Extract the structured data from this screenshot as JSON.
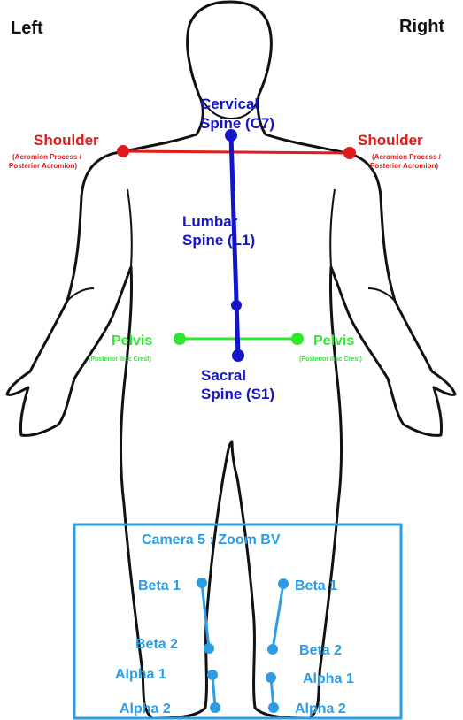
{
  "sides": {
    "left": "Left",
    "right": "Right"
  },
  "shoulder": {
    "left_label": "Shoulder",
    "left_sub1": "(Acromion Process /",
    "left_sub2": "Posterior Acromion)",
    "right_label": "Shoulder",
    "right_sub1": "(Acromion Process /",
    "right_sub2": "Posterior Acromion)"
  },
  "spine": {
    "cervical1": "Cervical",
    "cervical2": "Spine (C7)",
    "lumbar1": "Lumbar",
    "lumbar2": "Spine (L1)",
    "sacral1": "Sacral",
    "sacral2": "Spine (S1)"
  },
  "pelvis": {
    "left_label": "Pelvis",
    "left_sub": "(Posterior Iliac Crest)",
    "right_label": "Pelvis",
    "right_sub": "(Posterior Iliac Crest)"
  },
  "camera": {
    "title": "Camera 5 : Zoom BV",
    "beta1_left": "Beta 1",
    "beta1_right": "Beta 1",
    "beta2_left": "Beta 2",
    "beta2_right": "Beta 2",
    "alpha1_left": "Alpha 1",
    "alpha1_right": "Alpha 1",
    "alpha2_left": "Alpha 2",
    "alpha2_right": "Alpha 2"
  },
  "colors": {
    "shoulder": "#e01b1b",
    "spine": "#1515c8",
    "pelvis": "#2ee82e",
    "camera": "#2b9de6",
    "outline": "#111111"
  }
}
